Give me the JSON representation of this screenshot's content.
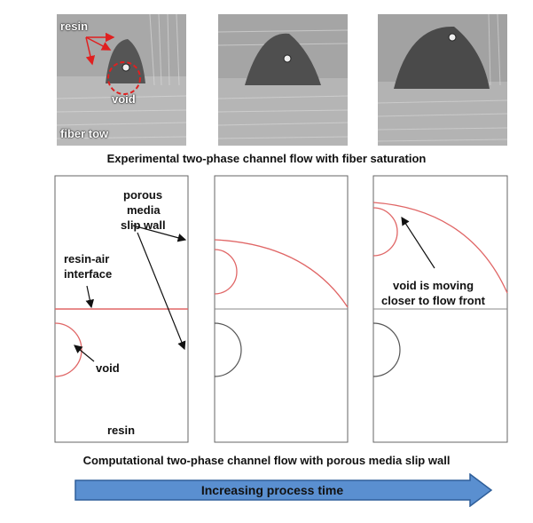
{
  "experiment": {
    "caption": "Experimental two-phase channel flow with fiber saturation",
    "labels": {
      "resin": "resin",
      "void": "void",
      "fiber_tow": "fiber tow"
    }
  },
  "computation": {
    "caption": "Computational two-phase channel flow with porous media slip wall",
    "labels": {
      "porous_line1": "porous",
      "porous_line2": "media",
      "porous_line3": "slip wall",
      "interface_line1": "resin-air",
      "interface_line2": "interface",
      "void": "void",
      "resin": "resin",
      "moving_line1": "void is moving",
      "moving_line2": "closer to flow front"
    }
  },
  "timeline": {
    "label": "Increasing process time"
  },
  "colors": {
    "interface": "#e06666",
    "arrow_fill": "#5a8fd0",
    "arrow_stroke": "#2f5f9a",
    "annotation_red": "#e02020"
  }
}
